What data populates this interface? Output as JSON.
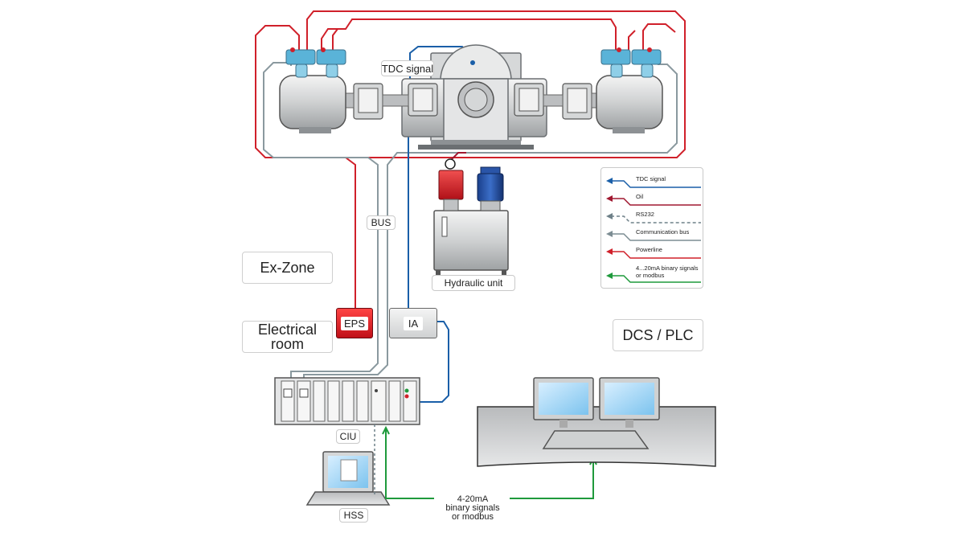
{
  "labels": {
    "tdc_signal": "TDC signal",
    "bus": "BUS",
    "hydraulic_unit": "Hydraulic unit",
    "ex_zone": "Ex-Zone",
    "electrical_room_line1": "Electrical",
    "electrical_room_line2": "room",
    "eps": "EPS",
    "ia": "IA",
    "dcs_plc": "DCS / PLC",
    "ciu": "CIU",
    "hss": "HSS",
    "bottom_line1": "4-20mA",
    "bottom_line2": "binary signals",
    "bottom_line3": "or modbus"
  },
  "legend": [
    {
      "label": "TDC signal",
      "color": "#1a5fa8",
      "style": "solid"
    },
    {
      "label": "Oil",
      "color": "#a01830",
      "style": "solid"
    },
    {
      "label": "RS232",
      "color": "#6e8088",
      "style": "dashed"
    },
    {
      "label": "Communication bus",
      "color": "#7d8d93",
      "style": "solid"
    },
    {
      "label": "Powerline",
      "color": "#d0202a",
      "style": "solid"
    },
    {
      "label": "4...20mA binary signals or modbus",
      "color": "#1f9a3c",
      "style": "solid"
    }
  ],
  "colors": {
    "tdc": "#1a5fa8",
    "oil": "#a01830",
    "rs232": "#6e8088",
    "bus": "#7d8d93",
    "power": "#d0202a",
    "signal": "#1f9a3c",
    "machine": "#c8cacc",
    "valve": "#5ab3d8",
    "eps_fill": "#d8262c",
    "ia_fill": "#e7e8e8"
  }
}
